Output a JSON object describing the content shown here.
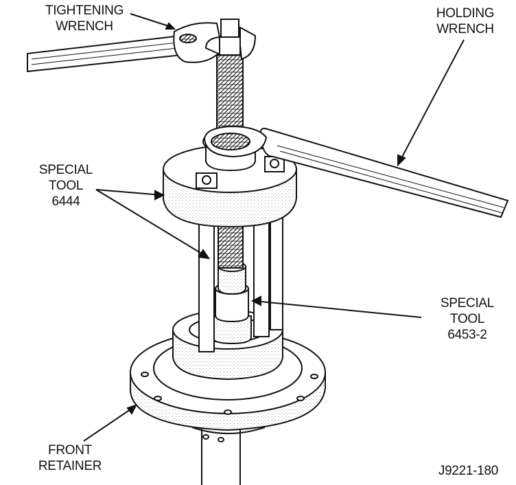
{
  "labels": {
    "tightening_wrench": [
      "TIGHTENING",
      "WRENCH"
    ],
    "holding_wrench": [
      "HOLDING",
      "WRENCH"
    ],
    "special_tool_6444": [
      "SPECIAL",
      "TOOL",
      "6444"
    ],
    "special_tool_6453_2": [
      "SPECIAL",
      "TOOL",
      "6453-2"
    ],
    "front_retainer": [
      "FRONT",
      "RETAINER"
    ],
    "figure_id": "J9221-180"
  },
  "colors": {
    "ink": "#111111",
    "paper": "#ffffff",
    "shade": "#d9d9d9"
  }
}
